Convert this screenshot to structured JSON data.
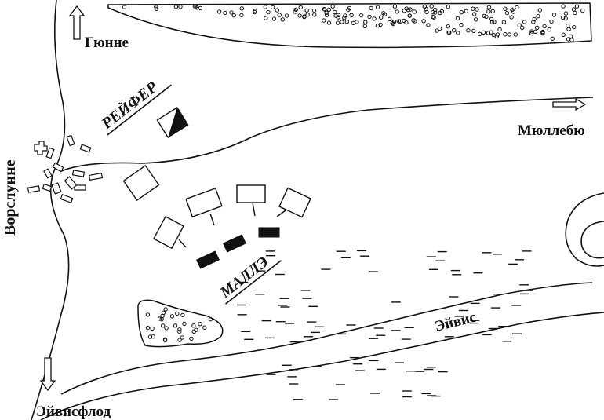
{
  "map": {
    "labels": {
      "north_road": "Гюнне",
      "east_road": "Мюллебю",
      "west_village": "Ворслунне",
      "south_road": "Эйвисфлод",
      "river": "Эйвис",
      "rider_unit": "РЕЙФЕР",
      "foot_unit": "МАЛЛЭ"
    },
    "colors": {
      "ink": "#111111",
      "paper": "#ffffff"
    }
  }
}
